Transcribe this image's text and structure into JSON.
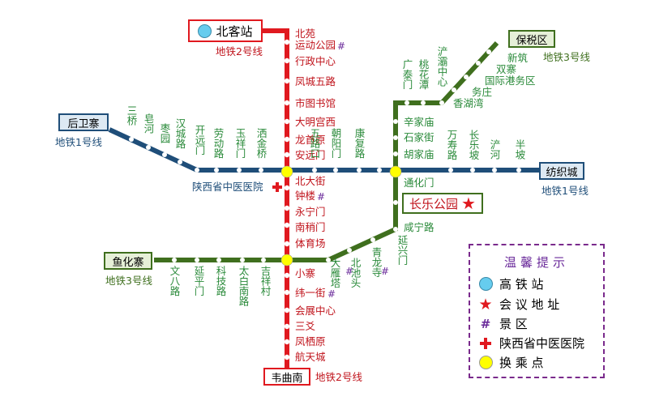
{
  "terminals": {
    "beikezhan": "北客站",
    "houweizhai": "后卫寨",
    "fangzhicheng": "纺织城",
    "baoshuiqu": "保税区",
    "yuhuazhai": "鱼化寨",
    "weiqunan": "韦曲南"
  },
  "line_labels": {
    "l2_top": "地铁2号线",
    "l1_left": "地铁1号线",
    "l1_right": "地铁1号线",
    "l3_top": "地铁3号线",
    "l3_left": "地铁3号线",
    "l2_bottom": "地铁2号线"
  },
  "venue": "长乐公园",
  "hospital": "陕西省中医医院",
  "colors": {
    "line1": "#1f4e79",
    "line2": "#e0191f",
    "line3": "#3f6f1e",
    "text_red": "#c0141c",
    "text_green": "#2a8a3a",
    "legend_border": "#7a2a8c",
    "transfer": "#ffff00",
    "high_speed_icon": "#66ccee"
  },
  "line2_stations": {
    "north": [
      "北苑",
      "运动公园",
      "行政中心",
      "凤城五路",
      "市图书馆",
      "大明宫西",
      "龙首原",
      "安远门"
    ],
    "south_upper": [
      "北大街",
      "钟楼",
      "永宁门",
      "南稍门",
      "体育场"
    ],
    "south_lower": [
      "小寨",
      "纬一街",
      "会展中心",
      "三爻",
      "凤栖原",
      "航天城"
    ]
  },
  "line1_stations": [
    "三桥",
    "皂河",
    "枣园",
    "汉城路",
    "开远门",
    "劳动路",
    "玉祥门",
    "洒金桥",
    "五路口",
    "朝阳门",
    "康复路",
    "通化门",
    "万寿路",
    "长乐坡",
    "浐河",
    "半坡"
  ],
  "line3_stations": [
    "文八路",
    "延平门",
    "科技路",
    "太白南路",
    "吉祥村",
    "大雁塔",
    "北池头",
    "青龙寺",
    "延兴门",
    "咸宁路",
    "长乐公园",
    "通化门",
    "胡家庙",
    "石家街",
    "辛家庙",
    "广泰门",
    "桃花潭",
    "浐灞中心",
    "香湖湾",
    "务庄",
    "国际港务区",
    "双寨",
    "新筑"
  ],
  "scenic_mark": "#",
  "legend": {
    "title": "温馨提示",
    "items": [
      {
        "icon": "high-speed-station-icon",
        "label": "高 铁 站"
      },
      {
        "icon": "red-star-icon",
        "label": "会 议 地 址"
      },
      {
        "icon": "hash-icon",
        "label": "景   区"
      },
      {
        "icon": "red-cross-icon",
        "label": "陕西省中医医院"
      },
      {
        "icon": "transfer-point-icon",
        "label": "换  乘  点"
      }
    ]
  }
}
